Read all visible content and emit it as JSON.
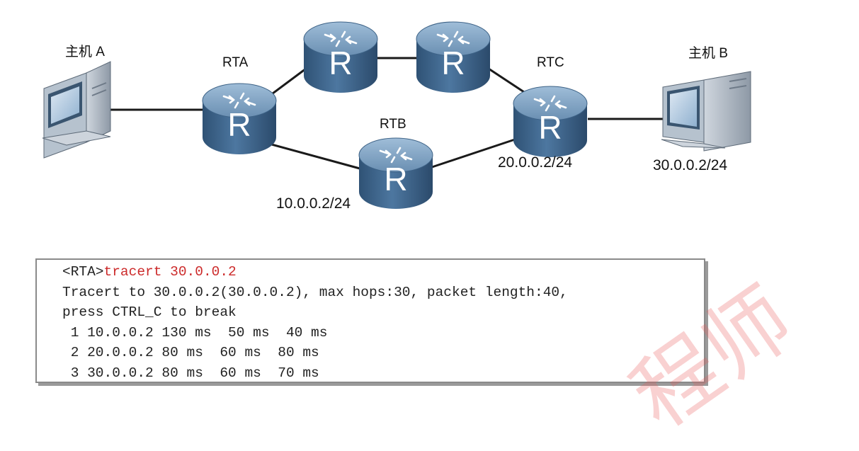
{
  "nodes": {
    "host_a": {
      "label": "主机 A"
    },
    "host_b": {
      "label": "主机 B",
      "ip": "30.0.0.2/24"
    },
    "rta": {
      "label": "RTA",
      "glyph": "R"
    },
    "rtb": {
      "label": "RTB",
      "glyph": "R",
      "ip": "10.0.0.2/24"
    },
    "rtc": {
      "label": "RTC",
      "glyph": "R",
      "ip": "20.0.0.2/24"
    },
    "top_left": {
      "glyph": "R"
    },
    "top_right": {
      "glyph": "R"
    }
  },
  "terminal": {
    "prompt": "<RTA>",
    "command": "tracert 30.0.0.2",
    "lines": [
      "Tracert to 30.0.0.2(30.0.0.2), max hops:30, packet length:40,",
      "press CTRL_C to break",
      " 1 10.0.0.2 130 ms  50 ms  40 ms",
      " 2 20.0.0.2 80 ms  60 ms  80 ms",
      " 3 30.0.0.2 80 ms  60 ms  70 ms"
    ]
  },
  "watermark": "程师",
  "colors": {
    "router_top": "#6f93b5",
    "router_body": "#3f6488",
    "link": "#1a1a1a",
    "command": "#cc2a2a"
  }
}
